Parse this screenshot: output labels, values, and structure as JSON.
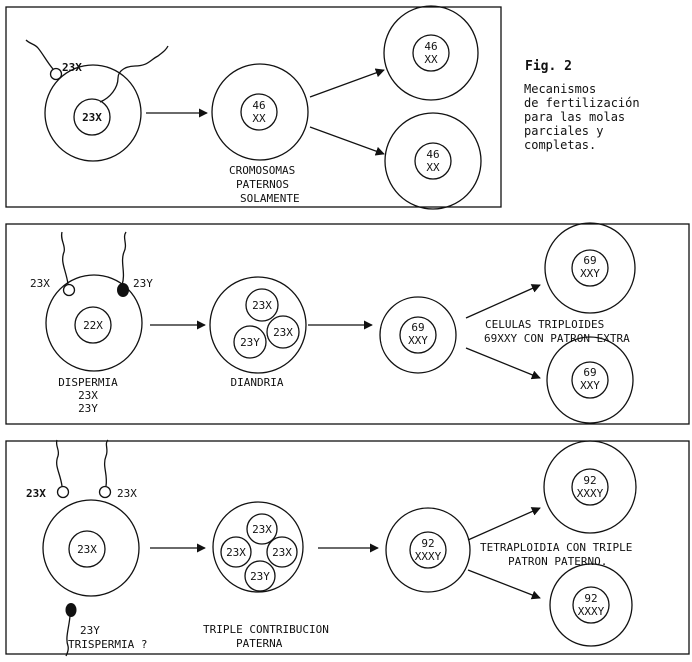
{
  "figure": {
    "caption_number": "Fig. 2",
    "caption_lines": [
      "Mecanismos",
      "de fertilización",
      "para las molas",
      "parciales y",
      "completas."
    ]
  },
  "panel1": {
    "sperm_label": "23X",
    "egg_label": "23X",
    "zygote_line1": "46",
    "zygote_line2": "XX",
    "result_top_line1": "46",
    "result_top_line2": "XX",
    "result_bottom_line1": "46",
    "result_bottom_line2": "XX",
    "note_lines": [
      "CROMOSOMAS",
      "PATERNOS",
      "SOLAMENTE"
    ]
  },
  "panel2": {
    "sperm_left_label": "23X",
    "sperm_right_label": "23Y",
    "egg_label": "22X",
    "diandria_n1": "23X",
    "diandria_n2": "23X",
    "diandria_n3": "23Y",
    "zygote_line1": "69",
    "zygote_line2": "XXY",
    "result_top_line1": "69",
    "result_top_line2": "XXY",
    "result_bottom_line1": "69",
    "result_bottom_line2": "XXY",
    "dispermia_lines": [
      "DISPERMIA",
      "23X",
      "23Y"
    ],
    "diandria_label": "DIANDRIA",
    "note_lines": [
      "CELULAS TRIPLOIDES",
      "69XXY CON PATRON EXTRA"
    ]
  },
  "panel3": {
    "sperm_left_label": "23X",
    "sperm_right_label": "23X",
    "sperm_bottom_label": "23Y",
    "egg_label": "23X",
    "triple_top": "23X",
    "triple_left": "23X",
    "triple_right": "23X",
    "triple_bottom": "23Y",
    "zygote_line1": "92",
    "zygote_line2": "XXXY",
    "result_top_line1": "92",
    "result_top_line2": "XXXY",
    "result_bottom_line1": "92",
    "result_bottom_line2": "XXXY",
    "trispermia_label": "TRISPERMIA ?",
    "contribution_lines": [
      "TRIPLE CONTRIBUCION",
      "PATERNA"
    ],
    "note_lines": [
      "TETRAPLOIDIA CON TRIPLE",
      "PATRON PATERNO."
    ]
  }
}
